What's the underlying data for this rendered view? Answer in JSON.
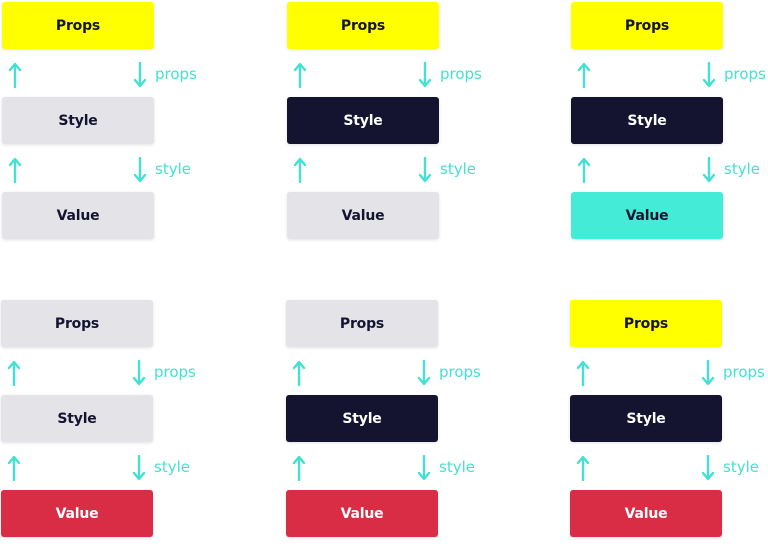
{
  "colors": {
    "yellow": "#ffff00",
    "gray": "#e3e3e8",
    "navy": "#141430",
    "teal": "#44ecd8",
    "red": "#d92c45",
    "arrow": "#44e1d2",
    "dark_text": "#141430",
    "light_text": "#ffffff"
  },
  "diagrams": [
    {
      "props": {
        "label": "Props",
        "fill": "yellow"
      },
      "style": {
        "label": "Style",
        "fill": "gray"
      },
      "value": {
        "label": "Value",
        "fill": "gray"
      },
      "label_props": "props",
      "label_style": "style"
    },
    {
      "props": {
        "label": "Props",
        "fill": "yellow"
      },
      "style": {
        "label": "Style",
        "fill": "navy"
      },
      "value": {
        "label": "Value",
        "fill": "gray"
      },
      "label_props": "props",
      "label_style": "style"
    },
    {
      "props": {
        "label": "Props",
        "fill": "yellow"
      },
      "style": {
        "label": "Style",
        "fill": "navy"
      },
      "value": {
        "label": "Value",
        "fill": "teal"
      },
      "label_props": "props",
      "label_style": "style"
    },
    {
      "props": {
        "label": "Props",
        "fill": "gray"
      },
      "style": {
        "label": "Style",
        "fill": "gray"
      },
      "value": {
        "label": "Value",
        "fill": "red"
      },
      "label_props": "props",
      "label_style": "style"
    },
    {
      "props": {
        "label": "Props",
        "fill": "gray"
      },
      "style": {
        "label": "Style",
        "fill": "navy"
      },
      "value": {
        "label": "Value",
        "fill": "red"
      },
      "label_props": "props",
      "label_style": "style"
    },
    {
      "props": {
        "label": "Props",
        "fill": "yellow"
      },
      "style": {
        "label": "Style",
        "fill": "navy"
      },
      "value": {
        "label": "Value",
        "fill": "red"
      },
      "label_props": "props",
      "label_style": "style"
    }
  ],
  "icons": {
    "up": "arrow-up-icon",
    "down": "arrow-down-icon"
  }
}
